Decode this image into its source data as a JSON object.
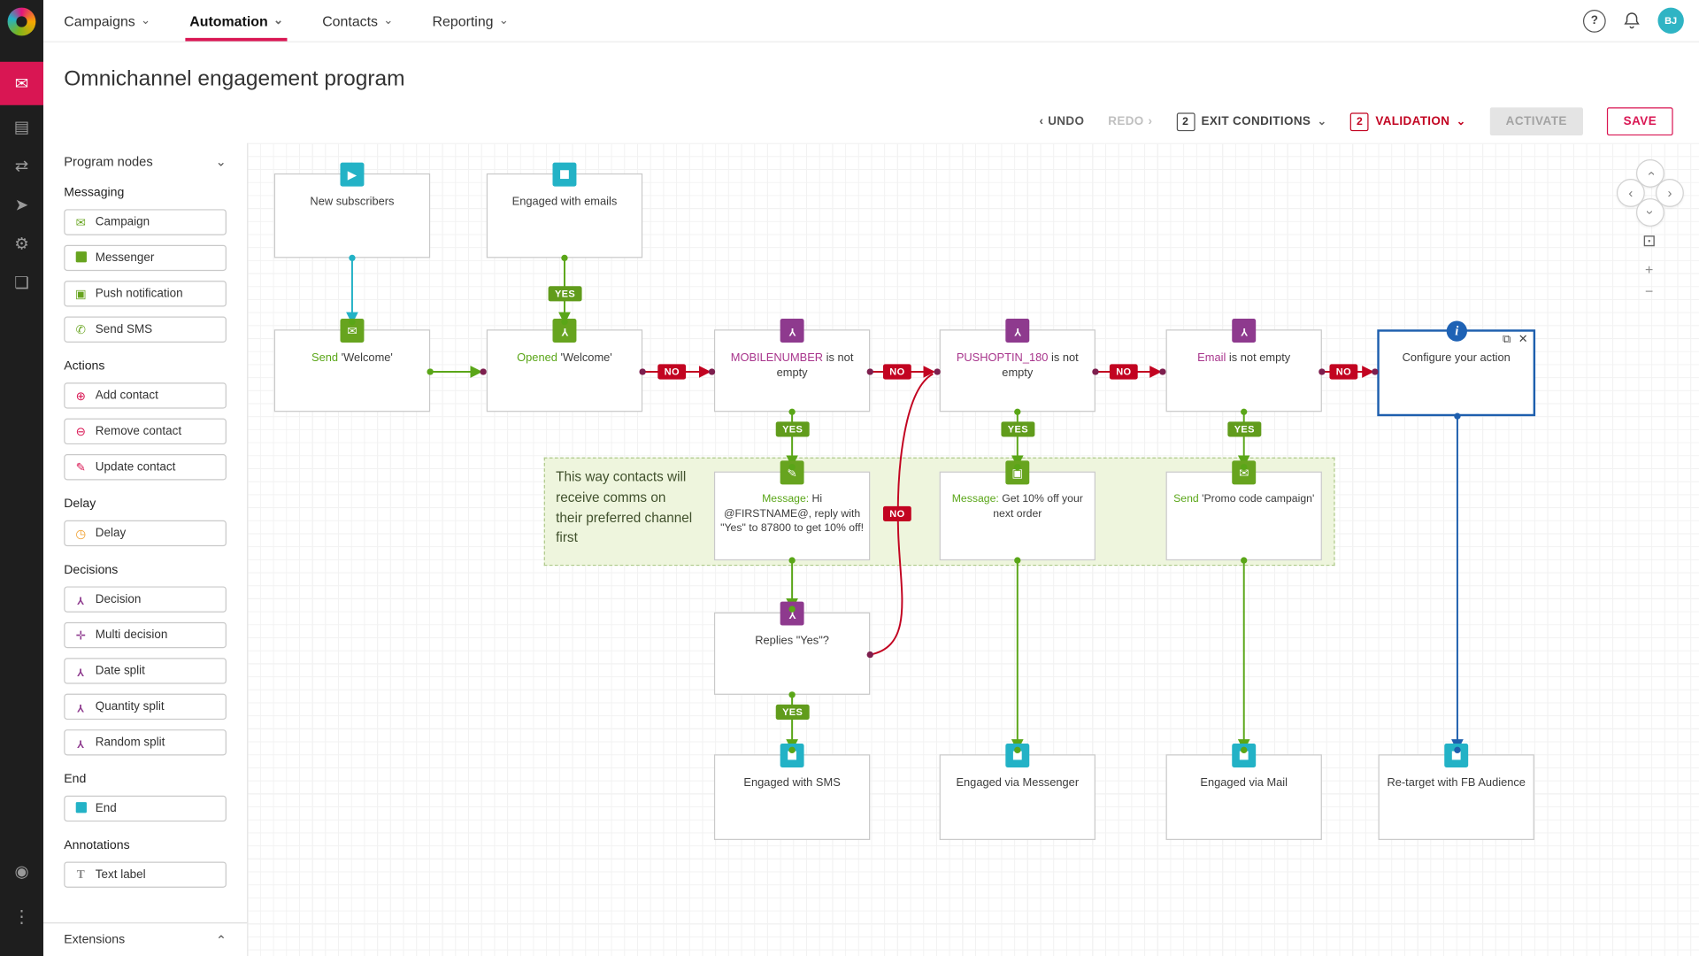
{
  "topnav": {
    "menu": [
      {
        "label": "Campaigns"
      },
      {
        "label": "Automation"
      },
      {
        "label": "Contacts"
      },
      {
        "label": "Reporting"
      }
    ],
    "help": "?",
    "avatar": "BJ"
  },
  "page": {
    "title": "Omnichannel engagement program"
  },
  "toolbar": {
    "undo": "UNDO",
    "redo": "REDO",
    "exit": {
      "count": "2",
      "label": "EXIT CONDITIONS"
    },
    "validation": {
      "count": "2",
      "label": "VALIDATION"
    },
    "activate": "ACTIVATE",
    "save": "SAVE"
  },
  "panel": {
    "header": "Program nodes",
    "sections": [
      {
        "title": "Messaging",
        "items": [
          {
            "label": "Campaign"
          },
          {
            "label": "Messenger"
          },
          {
            "label": "Push notification"
          },
          {
            "label": "Send SMS"
          }
        ]
      },
      {
        "title": "Actions",
        "items": [
          {
            "label": "Add contact"
          },
          {
            "label": "Remove contact"
          },
          {
            "label": "Update contact"
          }
        ]
      },
      {
        "title": "Delay",
        "items": [
          {
            "label": "Delay"
          }
        ]
      },
      {
        "title": "Decisions",
        "items": [
          {
            "label": "Decision"
          },
          {
            "label": "Multi decision"
          },
          {
            "label": "Date split"
          },
          {
            "label": "Quantity split"
          },
          {
            "label": "Random split"
          }
        ]
      },
      {
        "title": "End",
        "items": [
          {
            "label": "End"
          }
        ]
      },
      {
        "title": "Annotations",
        "items": [
          {
            "label": "Text label"
          }
        ]
      }
    ],
    "footer": "Extensions"
  },
  "canvas": {
    "yes": "YES",
    "no": "NO",
    "annotation": "This way contacts will receive comms on their preferred channel first",
    "nodes": [
      {
        "prefix": "",
        "label": "New subscribers"
      },
      {
        "prefix": "",
        "label": "Engaged with emails"
      },
      {
        "prefix": "Send",
        "label": " 'Welcome'"
      },
      {
        "prefix": "Opened",
        "label": " 'Welcome'"
      },
      {
        "prefix": "MOBILENUMBER",
        "label": " is not empty"
      },
      {
        "prefix": "PUSHOPTIN_180",
        "label": " is not empty"
      },
      {
        "prefix": "Email",
        "label": " is not empty"
      },
      {
        "prefix": "",
        "label": "Configure your action"
      },
      {
        "prefix": "Message:",
        "label": " Hi @FIRSTNAME@, reply with \"Yes\" to 87800 to get 10% off!"
      },
      {
        "prefix": "Message:",
        "label": " Get 10% off your next order"
      },
      {
        "prefix": "Send",
        "label": " 'Promo code campaign'"
      },
      {
        "prefix": "",
        "label": "Replies \"Yes\"?"
      },
      {
        "prefix": "",
        "label": "Engaged with SMS"
      },
      {
        "prefix": "",
        "label": "Engaged via Messenger"
      },
      {
        "prefix": "",
        "label": "Engaged via Mail"
      },
      {
        "prefix": "",
        "label": "Re-target with FB Audience"
      }
    ],
    "colors": {
      "accent": "#d91653",
      "green": "#5aa618",
      "red": "#c20421",
      "teal": "#23b2c6",
      "purple": "#8e3a8e",
      "blue": "#1e5fae"
    }
  }
}
